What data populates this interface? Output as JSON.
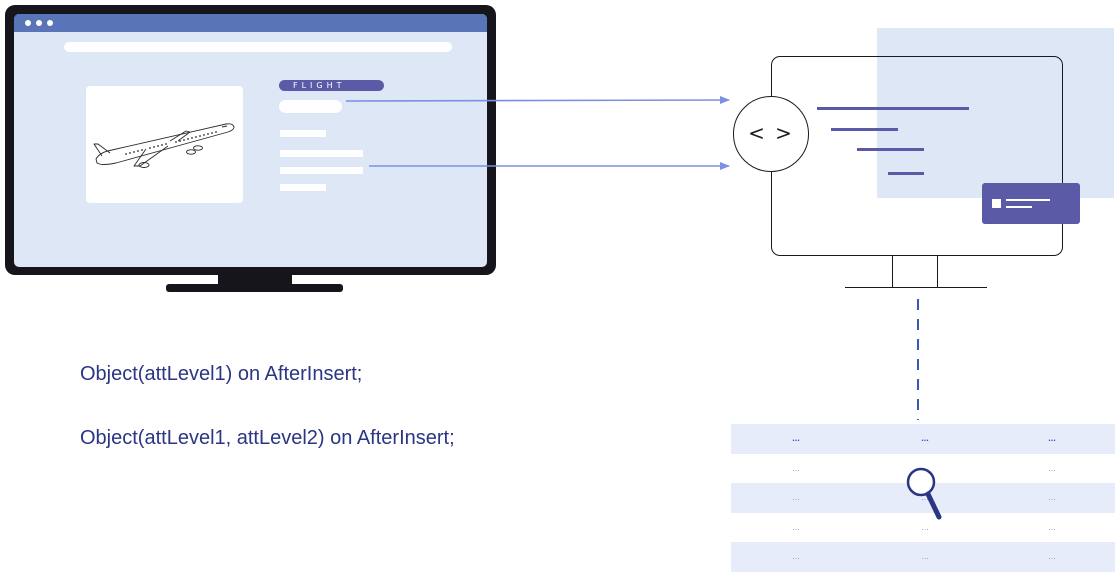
{
  "browser_window": {
    "flight_label": "FLIGHT"
  },
  "code_badge": {
    "symbol": "< >"
  },
  "code_lines": [
    "Object(attLevel1) on AfterInsert;",
    "Object(attLevel1, attLevel2) on AfterInsert;"
  ],
  "table": {
    "rows": [
      [
        "...",
        "...",
        "..."
      ],
      [
        "...",
        "...",
        "..."
      ],
      [
        "...",
        "...",
        "..."
      ],
      [
        "...",
        "...",
        "..."
      ],
      [
        "...",
        "...",
        "..."
      ]
    ]
  },
  "icons": {
    "magnifier": "magnifier-icon",
    "airplane": "airplane-icon"
  },
  "colors": {
    "monitor_frame": "#15151b",
    "screen_bg": "#dee7f6",
    "title_bar": "#5a74b8",
    "accent_purple": "#5a5aa6",
    "arrow": "#7b8fe3",
    "code_text": "#2a3583",
    "table_row_alt": "#e7ecfb"
  }
}
